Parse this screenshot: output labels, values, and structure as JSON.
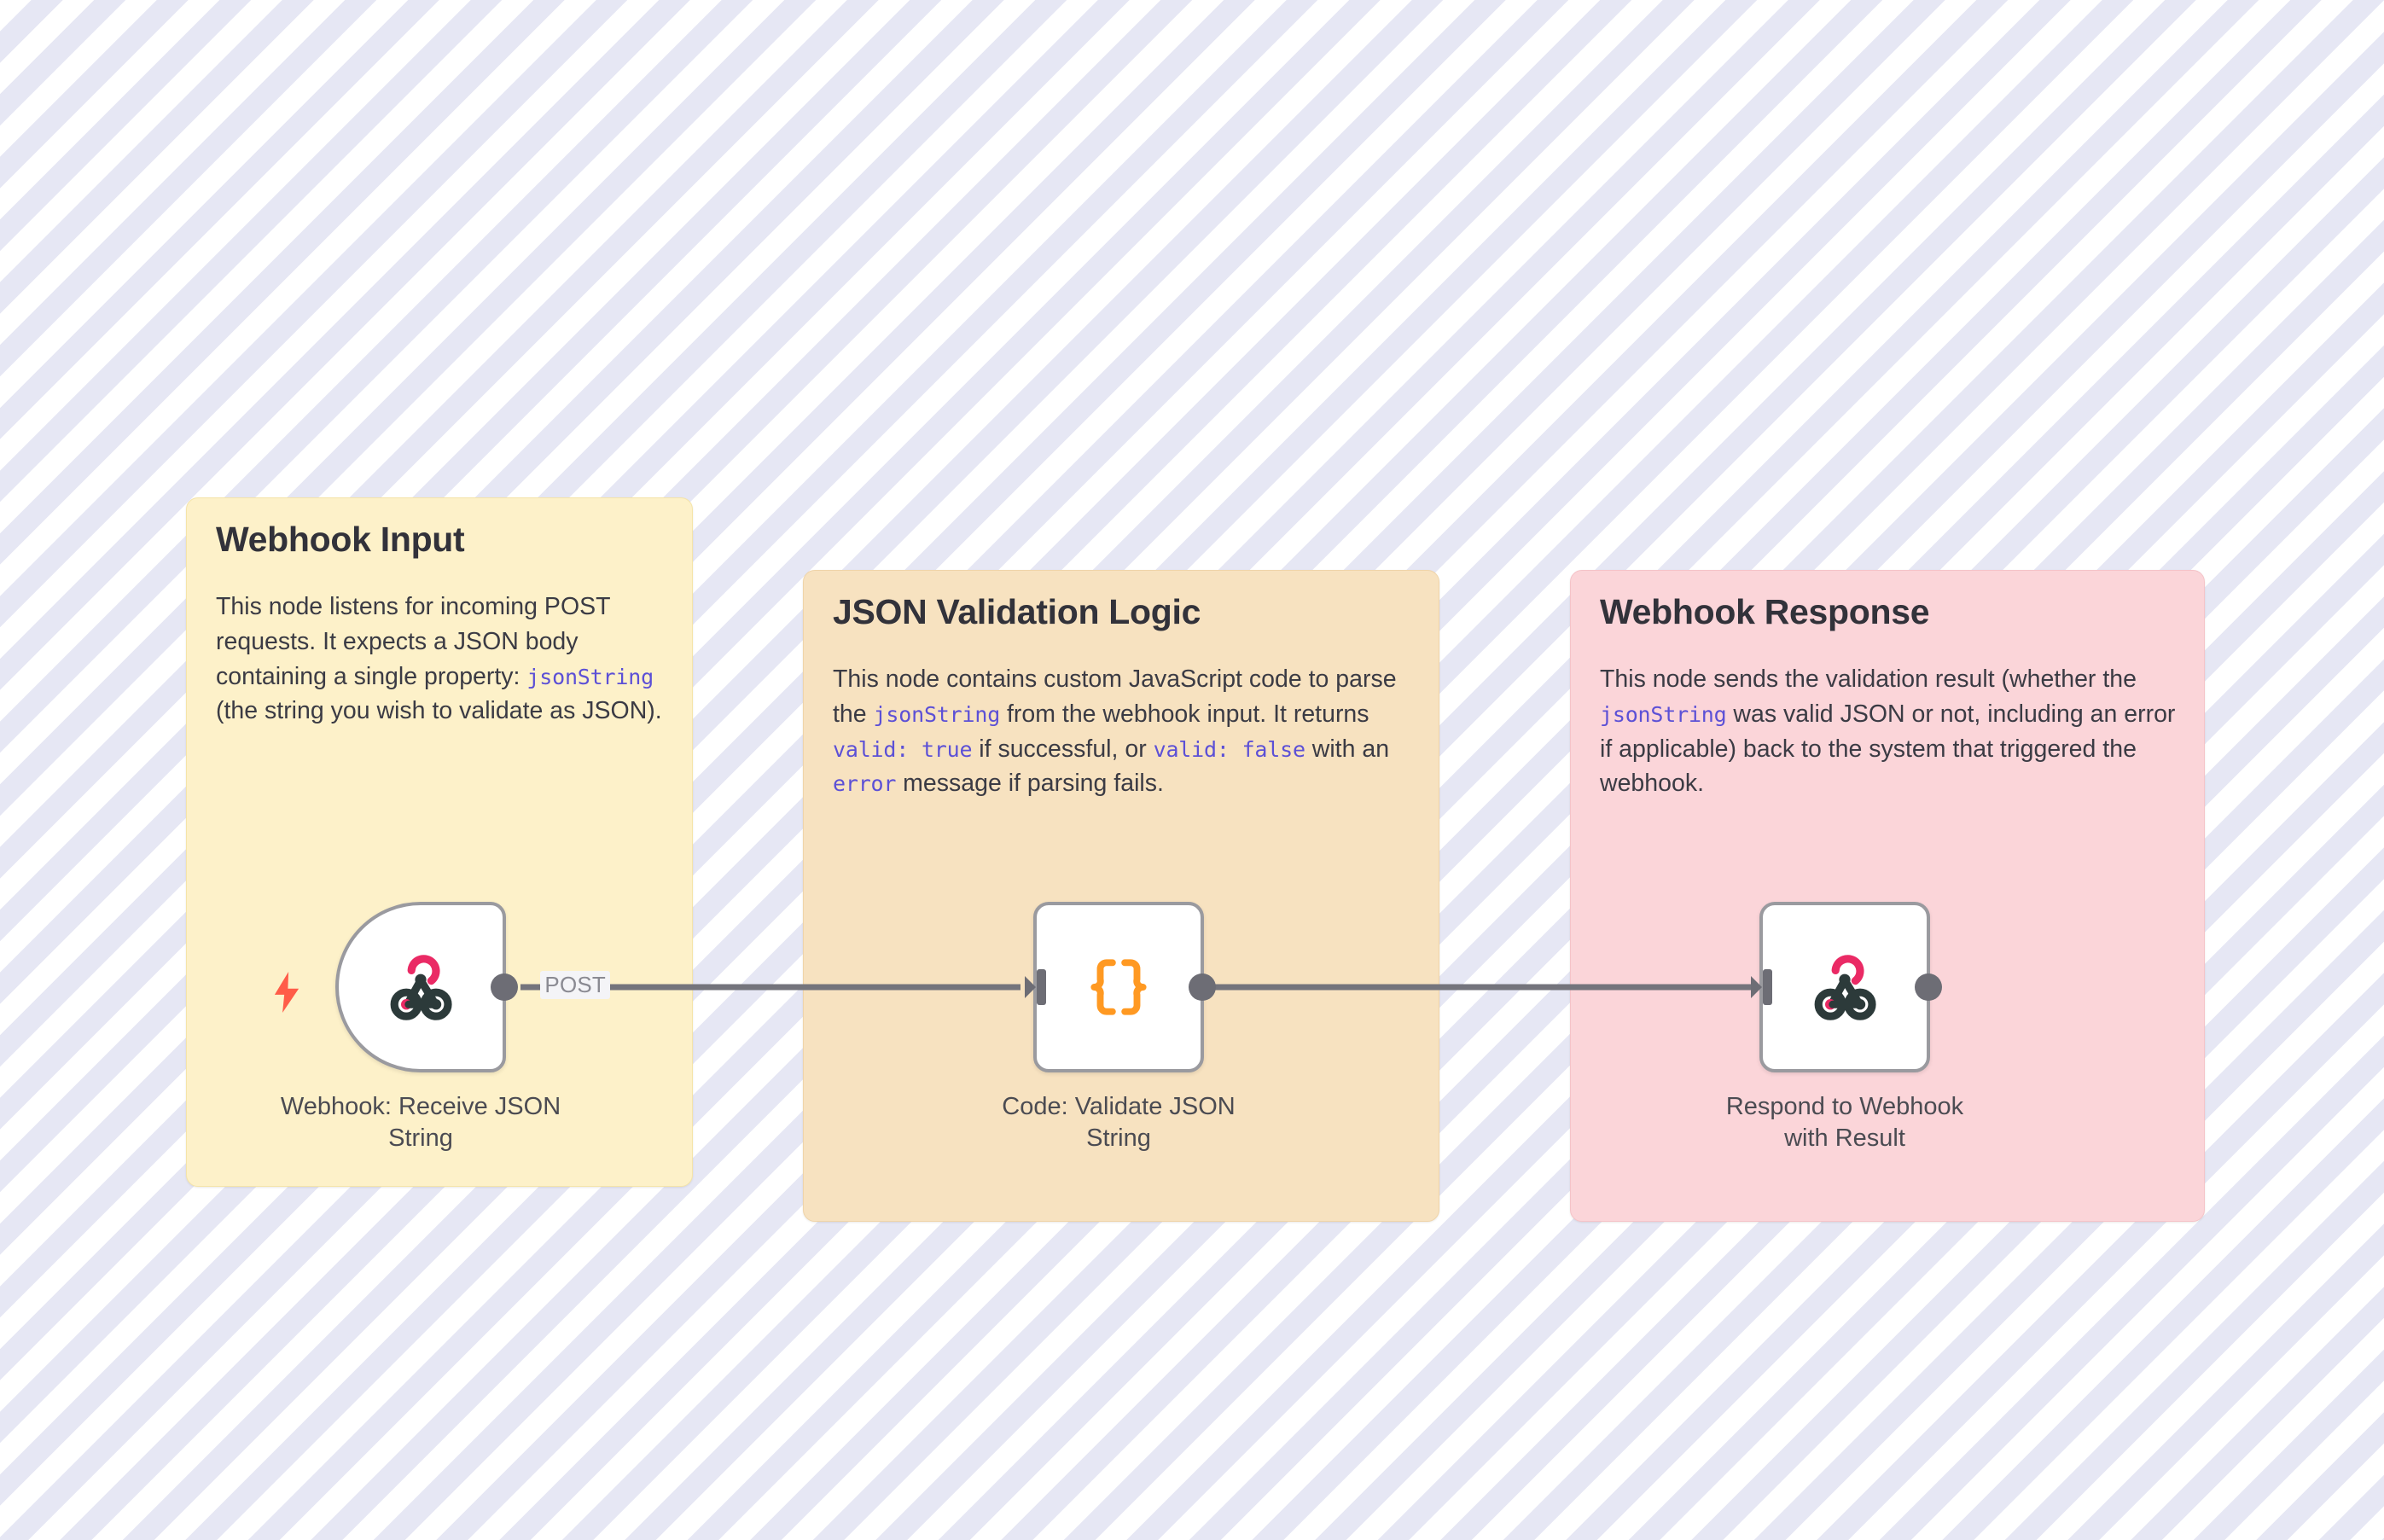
{
  "canvas": {
    "background_pattern": "diagonal-stripes",
    "background_colors": [
      "#ffffff",
      "#e6e7f4"
    ]
  },
  "panels": [
    {
      "id": "webhook-input",
      "title": "Webhook Input",
      "color": "#fdf1c9",
      "body_segments": [
        {
          "text": "This node listens for incoming POST requests. It expects a JSON body containing a single property: ",
          "type": "text"
        },
        {
          "text": "jsonString",
          "type": "code"
        },
        {
          "text": " (the string you wish to validate as JSON).",
          "type": "text"
        }
      ]
    },
    {
      "id": "json-validation-logic",
      "title": "JSON Validation Logic",
      "color": "#f7e2c0",
      "body_segments": [
        {
          "text": "This node contains custom JavaScript code to parse the ",
          "type": "text"
        },
        {
          "text": "jsonString",
          "type": "code"
        },
        {
          "text": " from the webhook input. It returns ",
          "type": "text"
        },
        {
          "text": "valid: true",
          "type": "code"
        },
        {
          "text": " if successful, or ",
          "type": "text"
        },
        {
          "text": "valid: false",
          "type": "code"
        },
        {
          "text": " with an ",
          "type": "text"
        },
        {
          "text": "error",
          "type": "code"
        },
        {
          "text": " message if parsing fails.",
          "type": "text"
        }
      ]
    },
    {
      "id": "webhook-response",
      "title": "Webhook Response",
      "color": "#fbd5d9",
      "body_segments": [
        {
          "text": "This node sends the validation result (whether the ",
          "type": "text"
        },
        {
          "text": "jsonString",
          "type": "code"
        },
        {
          "text": " was valid JSON or not, including an error if applicable) back to the system that triggered the webhook.",
          "type": "text"
        }
      ]
    }
  ],
  "nodes": [
    {
      "id": "webhook-receive",
      "caption": "Webhook: Receive JSON String",
      "icon": "webhook-icon",
      "shape": "trigger",
      "has_trigger_bolt": true,
      "trigger_bolt_color": "#ff5c48",
      "output_label": "POST",
      "icon_colors": {
        "arc": "#ea2a65",
        "arms": "#2c3a3a"
      }
    },
    {
      "id": "code-validate",
      "caption": "Code: Validate JSON String",
      "icon": "code-braces-icon",
      "shape": "square",
      "has_trigger_bolt": false,
      "icon_colors": {
        "braces": "#ff9922"
      }
    },
    {
      "id": "respond-webhook",
      "caption": "Respond to Webhook with Result",
      "icon": "webhook-icon",
      "shape": "square",
      "has_trigger_bolt": false,
      "icon_colors": {
        "arc": "#ea2a65",
        "arms": "#2c3a3a"
      }
    }
  ],
  "connections": [
    {
      "from": "webhook-receive",
      "to": "code-validate",
      "label": "POST"
    },
    {
      "from": "code-validate",
      "to": "respond-webhook",
      "label": ""
    }
  ],
  "theme": {
    "connector_color": "#74747c",
    "port_color": "#6d6d75",
    "node_border": "#9a9a9f",
    "code_token_color": "#5c50d6",
    "title_color": "#32323a",
    "body_color": "#3b3b44"
  }
}
